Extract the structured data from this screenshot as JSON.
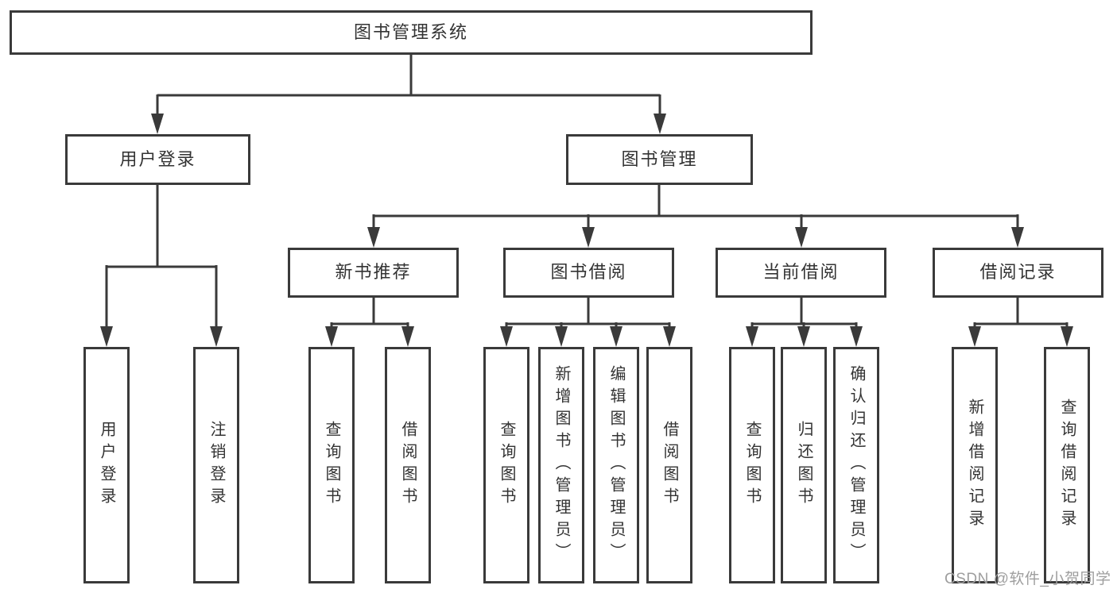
{
  "root": {
    "label": "图书管理系统"
  },
  "branches": {
    "user_login": {
      "label": "用户登录",
      "children": [
        {
          "label": "用户登录"
        },
        {
          "label": "注销登录"
        }
      ]
    },
    "book_management": {
      "label": "图书管理",
      "children": [
        {
          "label": "新书推荐",
          "children": [
            {
              "label": "查询图书"
            },
            {
              "label": "借阅图书"
            }
          ]
        },
        {
          "label": "图书借阅",
          "children": [
            {
              "label": "查询图书"
            },
            {
              "label": "新增图书（管理员）"
            },
            {
              "label": "编辑图书（管理员）"
            },
            {
              "label": "借阅图书"
            }
          ]
        },
        {
          "label": "当前借阅",
          "children": [
            {
              "label": "查询图书"
            },
            {
              "label": "归还图书"
            },
            {
              "label": "确认归还（管理员）"
            }
          ]
        },
        {
          "label": "借阅记录",
          "children": [
            {
              "label": "新增借阅记录"
            },
            {
              "label": "查询借阅记录"
            }
          ]
        }
      ]
    }
  },
  "watermark": {
    "text": "CSDN @软件_小贺同学"
  },
  "colors": {
    "line": "#3a3a3a",
    "text": "#333333",
    "box_fill": "#ffffff",
    "watermark": "#9e9e9e",
    "background": "#ffffff"
  }
}
